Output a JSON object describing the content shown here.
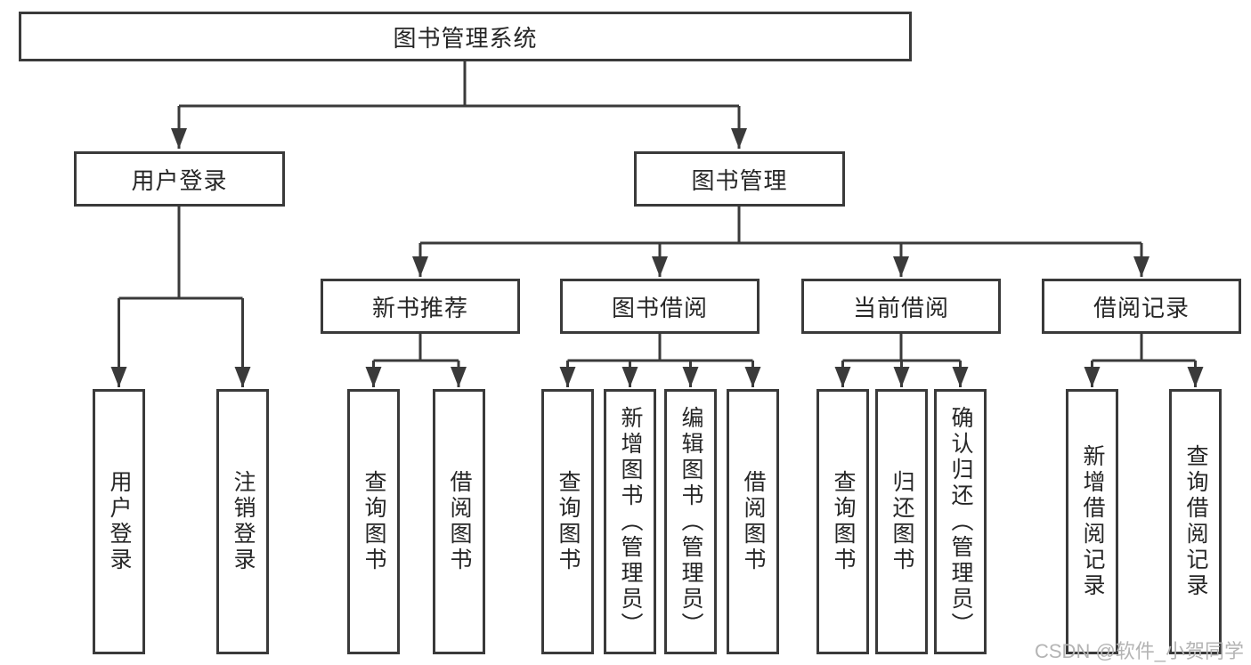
{
  "colors": {
    "line": "#3a3a3a",
    "text": "#262626",
    "background": "#ffffff",
    "box_fill": "#ffffff",
    "watermark": "#b4b4b4"
  },
  "tree": {
    "root": {
      "label": "图书管理系统",
      "children": [
        {
          "label": "用户登录",
          "children": [
            {
              "label": "用户登录"
            },
            {
              "label": "注销登录"
            }
          ]
        },
        {
          "label": "图书管理",
          "children": [
            {
              "label": "新书推荐",
              "children": [
                {
                  "label": "查询图书"
                },
                {
                  "label": "借阅图书"
                }
              ]
            },
            {
              "label": "图书借阅",
              "children": [
                {
                  "label": "查询图书"
                },
                {
                  "label": "新增图书（管理员）"
                },
                {
                  "label": "编辑图书（管理员）"
                },
                {
                  "label": "借阅图书"
                }
              ]
            },
            {
              "label": "当前借阅",
              "children": [
                {
                  "label": "查询图书"
                },
                {
                  "label": "归还图书"
                },
                {
                  "label": "确认归还（管理员）"
                }
              ]
            },
            {
              "label": "借阅记录",
              "children": [
                {
                  "label": "新增借阅记录"
                },
                {
                  "label": "查询借阅记录"
                }
              ]
            }
          ]
        }
      ]
    }
  },
  "watermark": {
    "text": "CSDN @软件_小贺同学"
  }
}
